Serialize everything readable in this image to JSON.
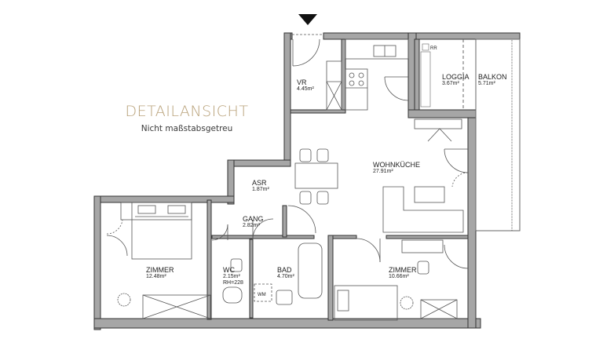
{
  "header": {
    "title": "DETAILANSICHT",
    "subtitle": "Nicht maßstabsgetreu"
  },
  "colors": {
    "title": "#b9a27a",
    "wall_fill": "#a6a6a6",
    "wall_stroke": "#333333",
    "line": "#555555"
  },
  "entrance_marker": "entrance-arrow",
  "rooms": [
    {
      "name": "VR",
      "area": "4.45m²"
    },
    {
      "name": "LOGGIA",
      "area": "3.67m²"
    },
    {
      "name": "BALKON",
      "area": "5.71m²"
    },
    {
      "name": "WOHNKÜCHE",
      "area": "27.91m²"
    },
    {
      "name": "ASR",
      "area": "1.87m²"
    },
    {
      "name": "GANG",
      "area": "2.82m²"
    },
    {
      "name": "ZIMMER",
      "area": "12.48m²"
    },
    {
      "name": "WC",
      "area": "2.15m²",
      "extra": "RH=228"
    },
    {
      "name": "BAD",
      "area": "4.70m²"
    },
    {
      "name": "ZIMMER",
      "area": "10.66m²"
    }
  ],
  "fixtures": {
    "washing_machine": "WM",
    "radiator_label": "RR"
  }
}
